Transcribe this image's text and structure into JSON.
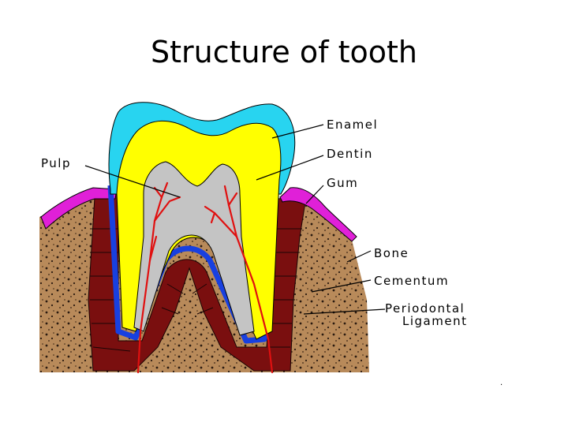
{
  "title": "Structure of tooth",
  "labels": {
    "enamel": "Enamel",
    "dentin": "Dentin",
    "pulp": "Pulp",
    "gum": "Gum",
    "bone": "Bone",
    "cementum": "Cementum",
    "periodontal_1": "Periodontal",
    "periodontal_2": "Ligament"
  },
  "colors": {
    "enamel": "#28d4f0",
    "dentin": "#ffff00",
    "pulp": "#c4c4c4",
    "gum": "#e020d8",
    "bone": "#b88a5a",
    "cementum": "#1840e0",
    "ligament": "#7a0f0f",
    "vessels": "#e01010"
  },
  "footer_mark": "."
}
